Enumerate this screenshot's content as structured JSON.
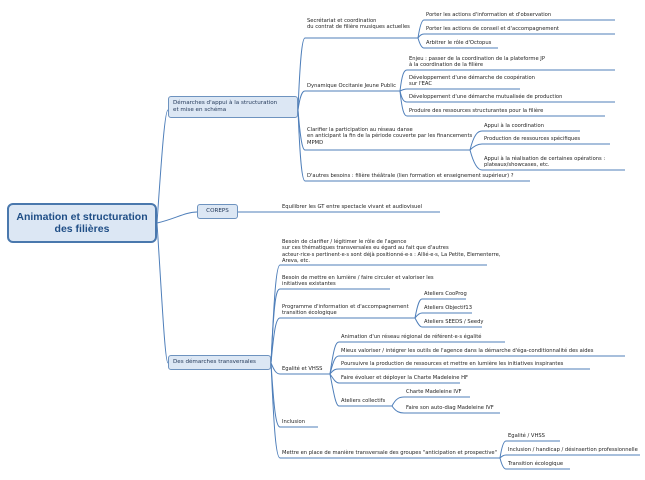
{
  "central": "Animation et structuration\ndes filières",
  "branches": {
    "demarches_appui": {
      "label": "Démarches d'appui à la structuration\net mise en schéma",
      "secretariat": {
        "label": "Secrétariat et coordination\ndu contrat de filière musiques actuelles",
        "children": [
          "Porter les actions d'information et d'observation",
          "Porter les actions de conseil et d'accompagnement",
          "Arbitrer le rôle d'Octopus"
        ]
      },
      "dynamique": {
        "label": "Dynamique Occitanie Jeune Public",
        "children": [
          "Enjeu : passer de la coordination de la plateforme JP\nà la coordination de la filière",
          "Développement d'une démarche de coopération\nsur l'EAC",
          "Développement d'une démarche mutualisée de production",
          "Produire des ressources structurantes pour la filière"
        ]
      },
      "clarifier": {
        "label": "Clarifier la participation au réseau danse\nen anticipant la fin de la période couverte par les financements\nMPMD",
        "children": [
          "Appui à la coordination",
          "Production de ressources spécifiques",
          "Appui à la réalisation de certaines opérations :\nplateaux/showcases, etc."
        ]
      },
      "autres_besoins": "D'autres besoins : filière théâtrale (lien formation et enseignement supérieur) ?"
    },
    "coreps": {
      "label": "COREPS",
      "child": "Equilibrer les GT entre spectacle vivant et audiovisuel"
    },
    "transversales": {
      "label": "Des démarches transversales",
      "besoin_clarifier": "Besoin de clarifier / légitimer le rôle de l'agence\nsur ces thématiques transversales eu égard au fait que d'autres\nacteur·rice·s pertinent·e·s sont déjà positionné·e·s : Allié·e·s, La Petite, Elementerre,\nAreva, etc.",
      "besoin_lumiere": "Besoin de mettre en lumière / faire circuler et valoriser les\ninitiatives existantes",
      "programme": {
        "label": "Programme d'information et d'accompagnement\ntransition écologique",
        "children": [
          "Ateliers CooProg",
          "Ateliers Objectif13",
          "Ateliers SEEDS / Seedy"
        ]
      },
      "egalite": {
        "label": "Egalité et VHSS",
        "children": [
          "Animation d'un réseau régional de référent·e·s égalité",
          "Mieux valoriser / intégrer les outils de l'agence dans la démarche d'éga-conditionnalité des aides",
          "Poursuivre la production de ressources et mettre en lumière les initiatives inspirantes",
          "Faire évoluer et déployer la Charte Madeleine HF"
        ],
        "ateliers": {
          "label": "Ateliers collectifs",
          "children": [
            "Charte Madeleine IVF",
            "Faire son auto-diag Madeleine IVF"
          ]
        }
      },
      "inclusion": "Inclusion",
      "groupes": {
        "label": "Mettre en place de manière transversale des groupes \"anticipation et prospective\"",
        "children": [
          "Egalité / VHSS",
          "Inclusion / handicap / désinsertion professionnelle",
          "Transition écologique"
        ]
      }
    }
  },
  "colors": {
    "link": "#4f7fba",
    "node_fill": "#dce7f4",
    "central_border": "#4a78ad",
    "central_text": "#1f4e86"
  }
}
